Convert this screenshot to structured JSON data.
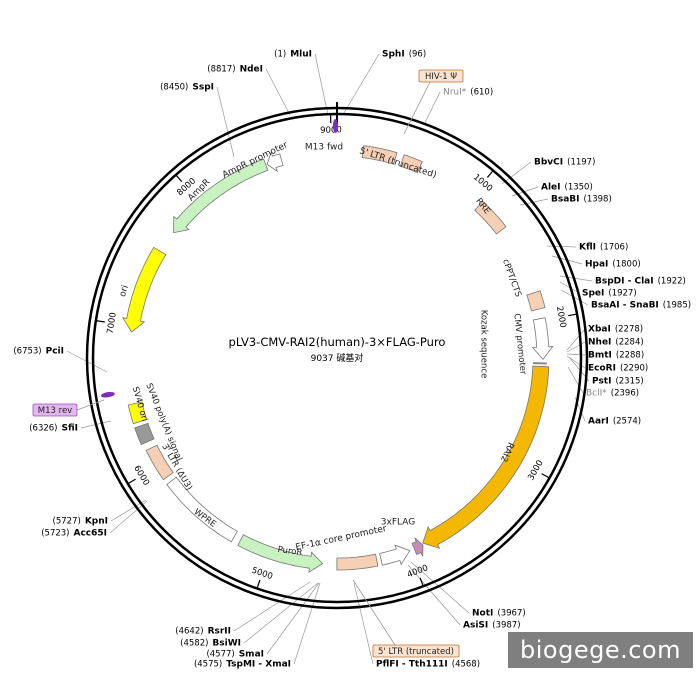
{
  "plasmid": {
    "name": "pLV3-CMV-RAI2(human)-3×FLAG-Puro",
    "size_label": "9037 碱基对",
    "total_bp": 9037
  },
  "ticks": [
    {
      "bp": 1000,
      "label": "1000"
    },
    {
      "bp": 2000,
      "label": "2000"
    },
    {
      "bp": 3000,
      "label": "3000"
    },
    {
      "bp": 4000,
      "label": "4000"
    },
    {
      "bp": 5000,
      "label": "5000"
    },
    {
      "bp": 6000,
      "label": "6000"
    },
    {
      "bp": 7000,
      "label": "7000"
    },
    {
      "bp": 8000,
      "label": "8000"
    },
    {
      "bp": 9000,
      "label": "9000"
    }
  ],
  "features": [
    {
      "id": "m13-fwd",
      "label": "M13 fwd",
      "start": 9020,
      "end": 9037,
      "color": "#7b2fbf",
      "kind": "primer"
    },
    {
      "id": "5ltr-trunc-top",
      "label": "5' LTR (truncated)",
      "start": 180,
      "end": 410,
      "color": "#f6d0b4",
      "kind": "box"
    },
    {
      "id": "hiv1-psi",
      "label": "HIV-1 Ψ",
      "start": 460,
      "end": 590,
      "color": "#f6d0b4",
      "kind": "box"
    },
    {
      "id": "rre",
      "label": "RRE",
      "start": 1080,
      "end": 1310,
      "color": "#f6d0b4",
      "kind": "box"
    },
    {
      "id": "cppt-cts",
      "label": "cPPT/CTS",
      "start": 1800,
      "end": 1918,
      "color": "#f6d0b4",
      "kind": "box"
    },
    {
      "id": "cmv-promoter",
      "label": "CMV promoter",
      "start": 1985,
      "end": 2270,
      "color": "#ffffff",
      "kind": "arrow"
    },
    {
      "id": "kozak",
      "label": "Kozak sequence",
      "start": 2295,
      "end": 2301,
      "color": "#888888",
      "kind": "marker"
    },
    {
      "id": "rai2",
      "label": "RAI2",
      "start": 2320,
      "end": 3895,
      "color": "#f5b800",
      "kind": "arrow"
    },
    {
      "id": "3xflag",
      "label": "3xFLAG",
      "start": 3900,
      "end": 3966,
      "color": "#c58fb4",
      "kind": "arrow"
    },
    {
      "id": "ef1a-core",
      "label": "EF-1α core promoter",
      "start": 4000,
      "end": 4210,
      "color": "#ffffff",
      "kind": "arrow"
    },
    {
      "id": "5ltr-trunc-bottom",
      "label": "5' LTR (truncated)",
      "start": 4240,
      "end": 4520,
      "color": "#f6d0b4",
      "kind": "box"
    },
    {
      "id": "puror",
      "label": "PuroR",
      "start": 4620,
      "end": 5220,
      "color": "#c8f2c0",
      "kind": "arrow"
    },
    {
      "id": "wpre",
      "label": "WPRE",
      "start": 5270,
      "end": 5860,
      "color": "#ffffff",
      "kind": "box"
    },
    {
      "id": "3ltr",
      "label": "3' LTR (ΔU3)",
      "start": 5900,
      "end": 6130,
      "color": "#f6d0b4",
      "kind": "box"
    },
    {
      "id": "sv40-polya",
      "label": "SV40 poly(A) signal",
      "start": 6180,
      "end": 6300,
      "color": "#999999",
      "kind": "box"
    },
    {
      "id": "sv40-ori",
      "label": "SV40 ori",
      "start": 6330,
      "end": 6460,
      "color": "#ffff00",
      "kind": "box"
    },
    {
      "id": "m13-rev",
      "label": "M13 rev",
      "start": 6540,
      "end": 6560,
      "color": "#7b2fbf",
      "kind": "primer"
    },
    {
      "id": "ori",
      "label": "ori",
      "start": 6960,
      "end": 7560,
      "color": "#ffff00",
      "kind": "arrow"
    },
    {
      "id": "ampr",
      "label": "AmpR",
      "start": 7720,
      "end": 8530,
      "color": "#c8f2c0",
      "kind": "arrow"
    },
    {
      "id": "ampr-promoter",
      "label": "AmpR promoter",
      "start": 8540,
      "end": 8645,
      "color": "#ffffff",
      "kind": "arrow"
    }
  ],
  "primer_tags": [
    {
      "id": "m13-rev-tag",
      "label": "M13 rev",
      "fill": "#e2b7f0",
      "stroke": "#9a50c0"
    },
    {
      "id": "hiv1-psi-tag",
      "label": "HIV-1 Ψ",
      "fill": "#fbe3cf",
      "stroke": "#c07030"
    },
    {
      "id": "5ltr-tag",
      "label": "5' LTR (truncated)",
      "fill": "#fbe3cf",
      "stroke": "#c07030"
    }
  ],
  "sites": [
    {
      "name": "MluI",
      "pos": "(1)",
      "side": "left"
    },
    {
      "name": "SphI",
      "pos": "(96)",
      "side": "right"
    },
    {
      "name": "NruI*",
      "pos": "(610)",
      "side": "right",
      "gray": true
    },
    {
      "name": "BbvCI",
      "pos": "(1197)",
      "side": "right"
    },
    {
      "name": "AleI",
      "pos": "(1350)",
      "side": "right"
    },
    {
      "name": "BsaBI",
      "pos": "(1398)",
      "side": "right"
    },
    {
      "name": "KflI",
      "pos": "(1706)",
      "side": "right"
    },
    {
      "name": "HpaI",
      "pos": "(1800)",
      "side": "right"
    },
    {
      "name": "BspDI - ClaI",
      "pos": "(1922)",
      "side": "right"
    },
    {
      "name": "SpeI",
      "pos": "(1927)",
      "side": "right"
    },
    {
      "name": "BsaAI - SnaBI",
      "pos": "(1985)",
      "side": "right"
    },
    {
      "name": "XbaI",
      "pos": "(2278)",
      "side": "right"
    },
    {
      "name": "NheI",
      "pos": "(2284)",
      "side": "right"
    },
    {
      "name": "BmtI",
      "pos": "(2288)",
      "side": "right"
    },
    {
      "name": "EcoRI",
      "pos": "(2290)",
      "side": "right"
    },
    {
      "name": "PstI",
      "pos": "(2315)",
      "side": "right"
    },
    {
      "name": "BclI*",
      "pos": "(2396)",
      "side": "right",
      "gray": true
    },
    {
      "name": "AarI",
      "pos": "(2574)",
      "side": "right"
    },
    {
      "name": "NotI",
      "pos": "(3967)",
      "side": "right"
    },
    {
      "name": "AsiSI",
      "pos": "(3987)",
      "side": "right"
    },
    {
      "name": "PflFI - Tth111I",
      "pos": "(4568)",
      "side": "right"
    },
    {
      "name": "TspMI - XmaI",
      "pos": "(4575)",
      "side": "left"
    },
    {
      "name": "SmaI",
      "pos": "(4577)",
      "side": "left"
    },
    {
      "name": "BsiWI",
      "pos": "(4582)",
      "side": "left"
    },
    {
      "name": "RsrII",
      "pos": "(4642)",
      "side": "left"
    },
    {
      "name": "Acc65I",
      "pos": "(5723)",
      "side": "left"
    },
    {
      "name": "KpnI",
      "pos": "(5727)",
      "side": "left"
    },
    {
      "name": "SfiI",
      "pos": "(6326)",
      "side": "left"
    },
    {
      "name": "PciI",
      "pos": "(6753)",
      "side": "left"
    },
    {
      "name": "SspI",
      "pos": "(8450)",
      "side": "left"
    },
    {
      "name": "NdeI",
      "pos": "(8817)",
      "side": "left"
    }
  ],
  "watermark": "biogege.com"
}
